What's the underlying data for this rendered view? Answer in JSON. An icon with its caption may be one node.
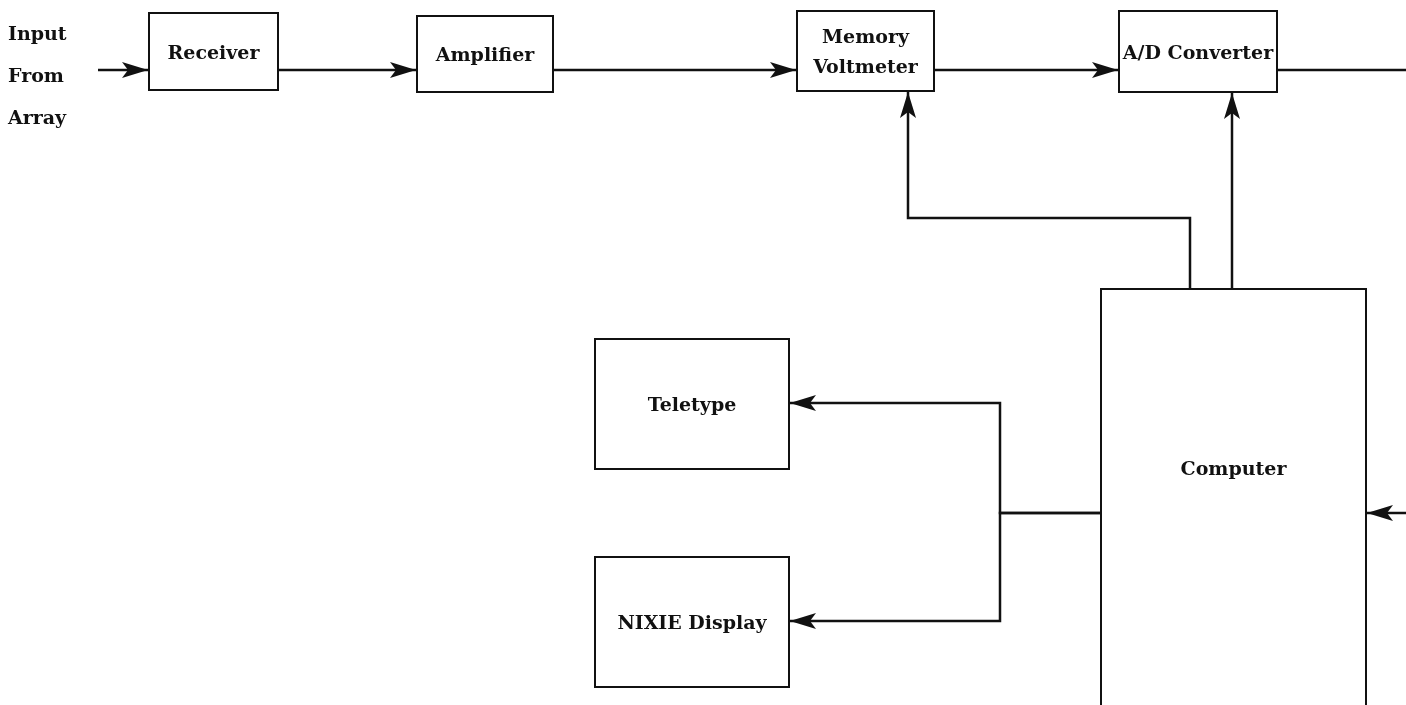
{
  "diagram": {
    "nodes": [
      {
        "text": [
          "Input From Array"
        ]
      },
      {
        "text": [
          "Receiver"
        ]
      },
      {
        "text": [
          "Amplifier"
        ]
      },
      {
        "text": [
          "Memory Voltmeter"
        ]
      },
      {
        "text": [
          "A/D Converter"
        ]
      },
      {
        "text": [
          "Teletype"
        ]
      },
      {
        "text": [
          "NIXIE Display"
        ]
      },
      {
        "text": [
          "Computer"
        ]
      }
    ],
    "edges": [
      {
        "from": 0,
        "to": 1,
        "arrow": "to"
      },
      {
        "from": 1,
        "to": 2,
        "arrow": "to"
      },
      {
        "from": 2,
        "to": 3,
        "arrow": "to"
      },
      {
        "from": 3,
        "to": 4,
        "arrow": "to"
      },
      {
        "from": 4,
        "to": null,
        "arrow": "none"
      },
      {
        "from": 7,
        "to": 3,
        "arrow": "to"
      },
      {
        "from": 7,
        "to": 4,
        "arrow": "to"
      },
      {
        "from": 7,
        "to": 5,
        "arrow": "to"
      },
      {
        "from": 7,
        "to": 6,
        "arrow": "to"
      },
      {
        "from": null,
        "to": 7,
        "arrow": "to"
      }
    ]
  }
}
